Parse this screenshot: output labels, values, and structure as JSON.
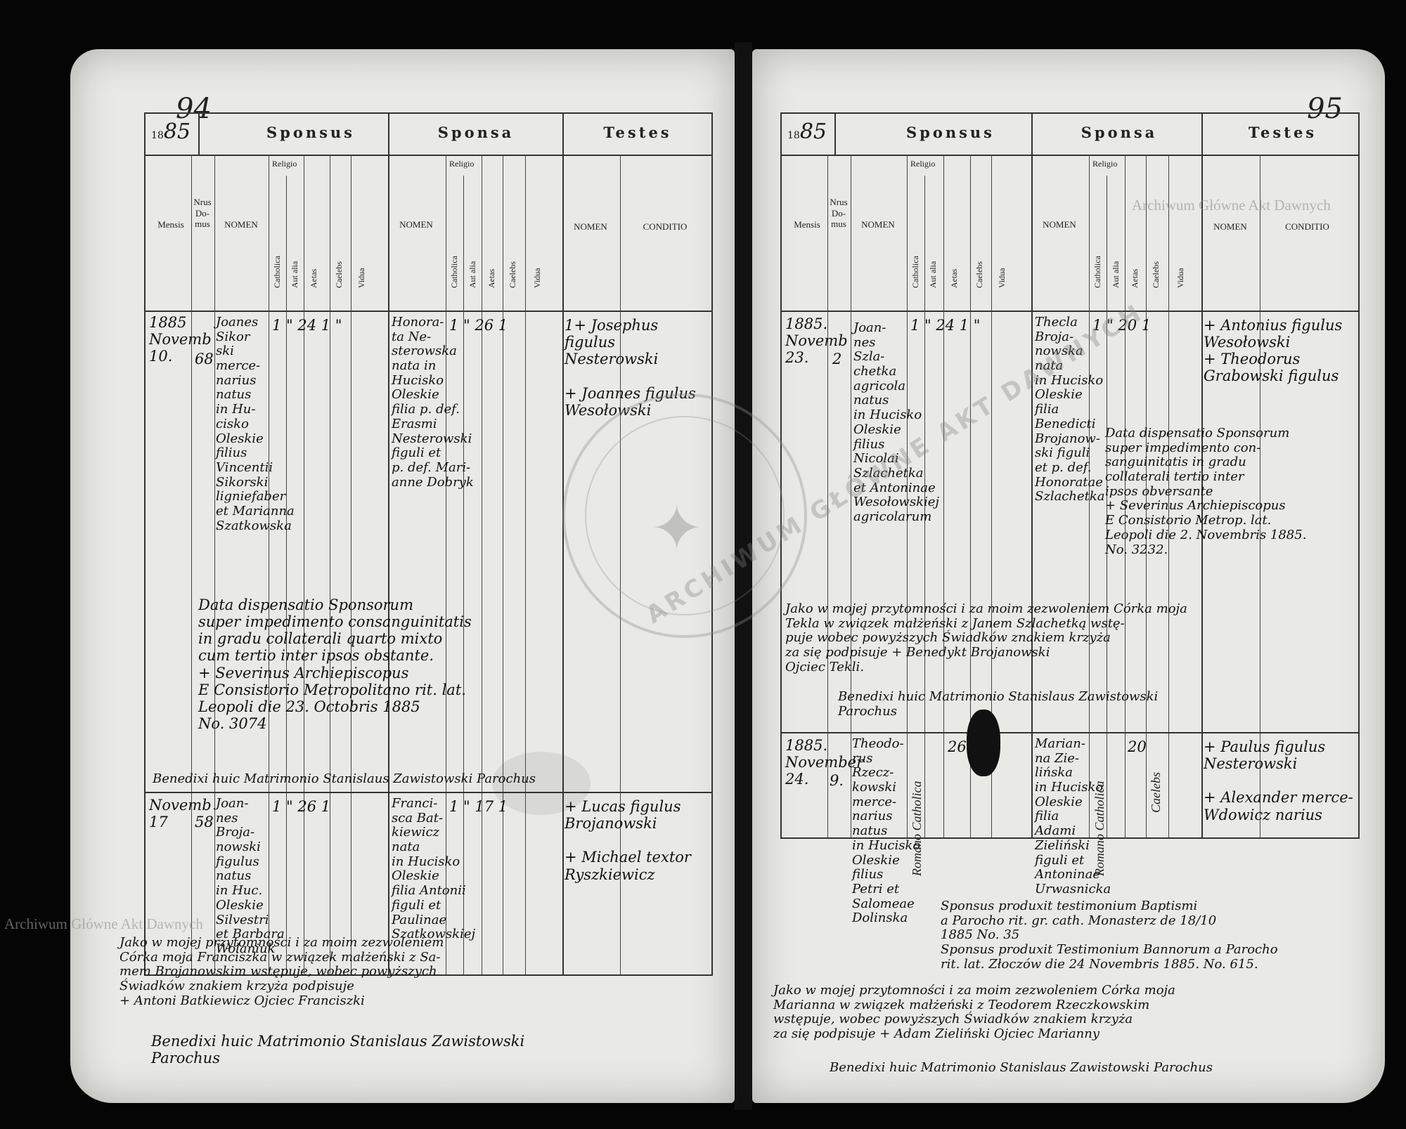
{
  "book": {
    "page_left_number": "94",
    "page_right_number": "95",
    "watermark": "Archiwum Główne Akt Dawnych",
    "stamp_text": "ARCHIWUM GŁÓWNE AKT DAWNYCH"
  },
  "header": {
    "year_prefix": "18",
    "year_hand": "85",
    "sponsus": "Sponsus",
    "sponsa": "Sponsa",
    "testes": "Testes",
    "mensis": "Mensis",
    "nrus_domus": "Nrus\nDo-\nmus",
    "nomen": "NOMEN",
    "religio": "Religio",
    "catholica": "Catholica",
    "aut_alia": "Aut alia",
    "aetas": "Aetas",
    "caelebs": "Caelebs",
    "vidua": "Vidua",
    "conditio": "CONDITIO"
  },
  "left_page": {
    "entry1": {
      "date": "1885\nNovemb\n10.",
      "house": "68",
      "sponsus": "Joanes\nSikor\nski\nmerce-\nnarius\nnatus\nin Hu-\ncisko\nOleskie\nfilius\nVincentii\nSikorski\nligniefaber\net Marianna\nSzatkowska",
      "sponsus_religio": "1 \" 24 1 \"",
      "sponsa": "Honora-\nta Ne-\nsterowska\nnata in\nHucisko\nOleskie\nfilia p. def.\nErasmi\nNesterowski\nfiguli et\np. def. Mari-\nanne Dobryk",
      "sponsa_religio": "1 \" 26 1",
      "testes": "1+ Josephus figulus\nNesterowski\n\n+ Joannes figulus\nWesołowski",
      "note": "Data dispensatio Sponsorum\nsuper impedimento consanguinitatis\nin gradu collaterali quarto mixto\ncum tertio inter ipsos obstante.\n+ Severinus Archiepiscopus\nE Consistorio Metropolitano rit. lat.\nLeopoli die 23. Octobris 1885\nNo. 3074",
      "benedixi": "Benedixi huic Matrimonio Stanislaus Zawistowski Parochus"
    },
    "entry2": {
      "date": "Novemb\n17",
      "house": "58",
      "sponsus": "Joan-\nnes\nBroja-\nnowski\nfigulus\nnatus\nin Huc.\nOleskie\nSilvestri\net Barbara\nWolaniuk",
      "sponsus_religio": "1 \" 26 1",
      "sponsa": "Franci-\nsca Bat-\nkiewicz\nnata\nin Hucisko\nOleskie\nfilia Antonii\nfiguli et\nPaulinae\nSzatkowskiej",
      "sponsa_religio": "1 \" 17 1",
      "testes": "+ Lucas figulus\nBrojanowski\n\n+ Michael textor\nRyszkiewicz",
      "note": "Jako w mojej przytomności i za moim zezwoleniem\nCórka moja Franciszka w związek małżeński z Sa-\nmem Brojanowskim wstępuje, wobec powyższych\nŚwiadków znakiem krzyża podpisuje\n+ Antoni Batkiewicz Ojciec Franciszki",
      "benedixi": "Benedixi huic Matrimonio Stanislaus Zawistowski\nParochus"
    }
  },
  "right_page": {
    "entry1": {
      "date": "1885.\nNovemb\n23.",
      "house": "2",
      "sponsus": "Joan-\nnes\nSzla-\nchetka\nagricola\nnatus\nin Hucisko\nOleskie\nfilius\nNicolai\nSzlachetka\net Antoninae\nWesołowskiej\nagricolarum",
      "sponsus_religio": "1 \" 24 1 \"",
      "sponsa": "Thecla\nBroja-\nnowska\nnata\nin Hucisko\nOleskie\nfilia\nBenedicti\nBrojanow-\nski figuli\net p. def.\nHonoratae\nSzlachetka",
      "sponsa_religio": "1 \" 20 1",
      "testes": "+ Antonius figulus\nWesołowski\n+ Theodorus\nGrabowski figulus",
      "note": "Data dispensatio Sponsorum\nsuper impedimento con-\nsanguinitatis in gradu\ncollaterali tertio inter\nipsos obversante\n+ Severinus Archiepiscopus\nE Consistorio Metrop. lat.\nLeopoli die 2. Novembris 1885.\nNo. 3232.",
      "polish": "Jako w mojej przytomności i za moim zezwoleniem Córka moja\nTekla w związek małżeński z Janem Szlachetką wstę-\npuje wobec powyższych Świadków znakiem krzyża\nza się podpisuje + Benedykt Brojanowski\nOjciec Tekli.",
      "benedixi": "Benedixi huic Matrimonio Stanislaus Zawistowski\nParochus"
    },
    "entry2": {
      "date": "1885.\nNovember\n24.",
      "house": "9.",
      "sponsus": "Theodo-\nrus\nRzecz-\nkowski\nmerce-\nnarius\nnatus\nin Hucisko\nOleskie\nfilius\nPetri et\nSalomeae\nDolinska",
      "sponsus_religio": "Romano Catholica",
      "sponsus_age": "26",
      "sponsa": "Marian-\nna Zie-\nlińska\nin Hucisko\nOleskie\nfilia\nAdami\nZieliński\nfiguli et\nAntoninae\nUrwasnicka",
      "sponsa_religio": "Romano Catholica",
      "sponsa_age": "20",
      "sponsa_status": "Caelebs",
      "testes": "+ Paulus figulus\nNesterowski\n\n+ Alexander merce-\nWdowicz narius",
      "note": "Sponsus produxit testimonium Baptismi\na Parocho rit. gr. cath. Monasterz de 18/10\n1885 No. 35\nSponsus produxit Testimonium Bannorum a Parocho\nrit. lat. Złoczów die 24 Novembris 1885. No. 615.",
      "polish": "Jako w mojej przytomności i za moim zezwoleniem Córka moja\nMarianna w związek małżeński z Teodorem Rzeczkowskim\nwstępuje, wobec powyższych Świadków znakiem krzyża\nza się podpisuje + Adam Zieliński Ojciec Marianny",
      "benedixi": "Benedixi huic Matrimonio Stanislaus Zawistowski Parochus"
    }
  }
}
